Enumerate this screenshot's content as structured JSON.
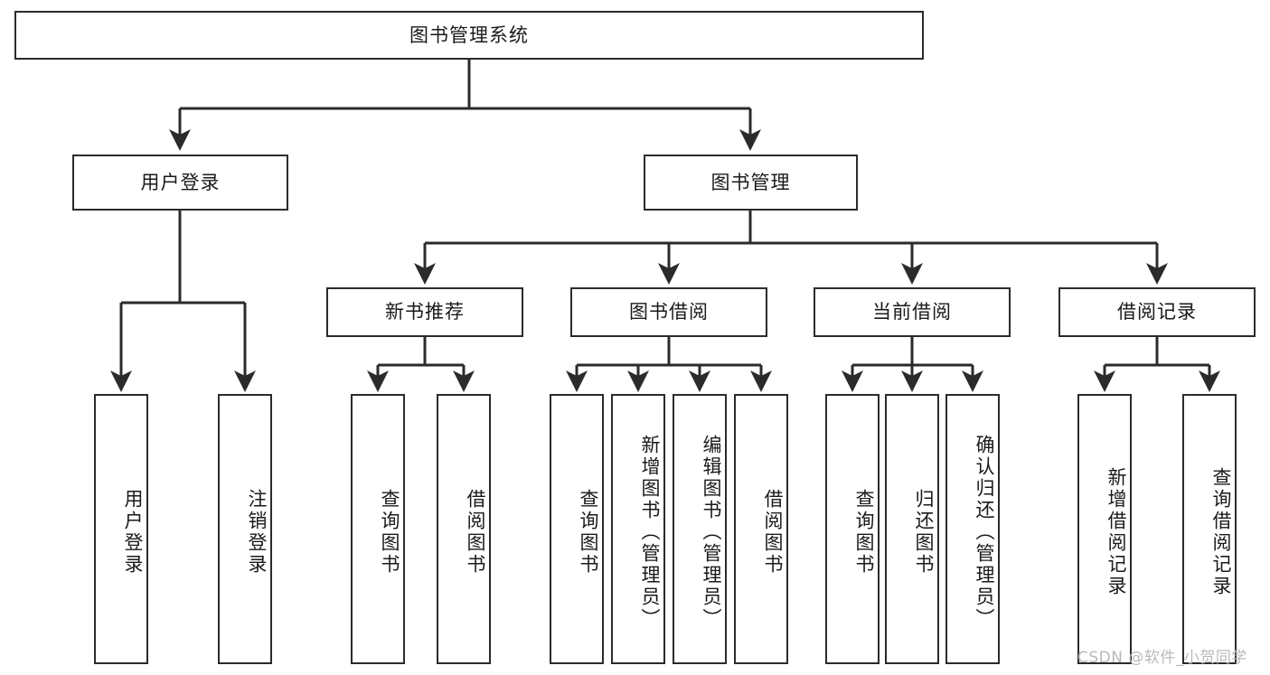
{
  "diagram": {
    "title_node": {
      "label": "图书管理系统"
    },
    "level1": [
      {
        "id": "user-login",
        "label": "用户登录"
      },
      {
        "id": "book-manage",
        "label": "图书管理"
      }
    ],
    "level2": [
      {
        "id": "new-book-recommend",
        "label": "新书推荐"
      },
      {
        "id": "book-borrow",
        "label": "图书借阅"
      },
      {
        "id": "current-borrow",
        "label": "当前借阅"
      },
      {
        "id": "borrow-record",
        "label": "借阅记录"
      }
    ],
    "leaves": {
      "user_login": [
        {
          "id": "leaf-user-login",
          "label": "用户登录"
        },
        {
          "id": "leaf-logout-login",
          "label": "注销登录"
        }
      ],
      "new_book_recommend": [
        {
          "id": "leaf-query-book-1",
          "label": "查询图书"
        },
        {
          "id": "leaf-borrow-book-1",
          "label": "借阅图书"
        }
      ],
      "book_borrow": [
        {
          "id": "leaf-query-book-2",
          "label": "查询图书"
        },
        {
          "id": "leaf-add-book",
          "label": "新增图书（管理员）"
        },
        {
          "id": "leaf-edit-book",
          "label": "编辑图书（管理员）"
        },
        {
          "id": "leaf-borrow-book-2",
          "label": "借阅图书"
        }
      ],
      "current_borrow": [
        {
          "id": "leaf-query-book-3",
          "label": "查询图书"
        },
        {
          "id": "leaf-return-book",
          "label": "归还图书"
        },
        {
          "id": "leaf-confirm-return",
          "label": "确认归还（管理员）"
        }
      ],
      "borrow_record": [
        {
          "id": "leaf-add-record",
          "label": "新增借阅记录"
        },
        {
          "id": "leaf-query-record",
          "label": "查询借阅记录"
        }
      ]
    }
  },
  "watermark": {
    "text": "CSDN @软件_小贺同学"
  },
  "colors": {
    "stroke": "#2b2b2b",
    "fill": "#ffffff",
    "text": "#1a1a1a",
    "watermark": "#b9b9b9"
  }
}
